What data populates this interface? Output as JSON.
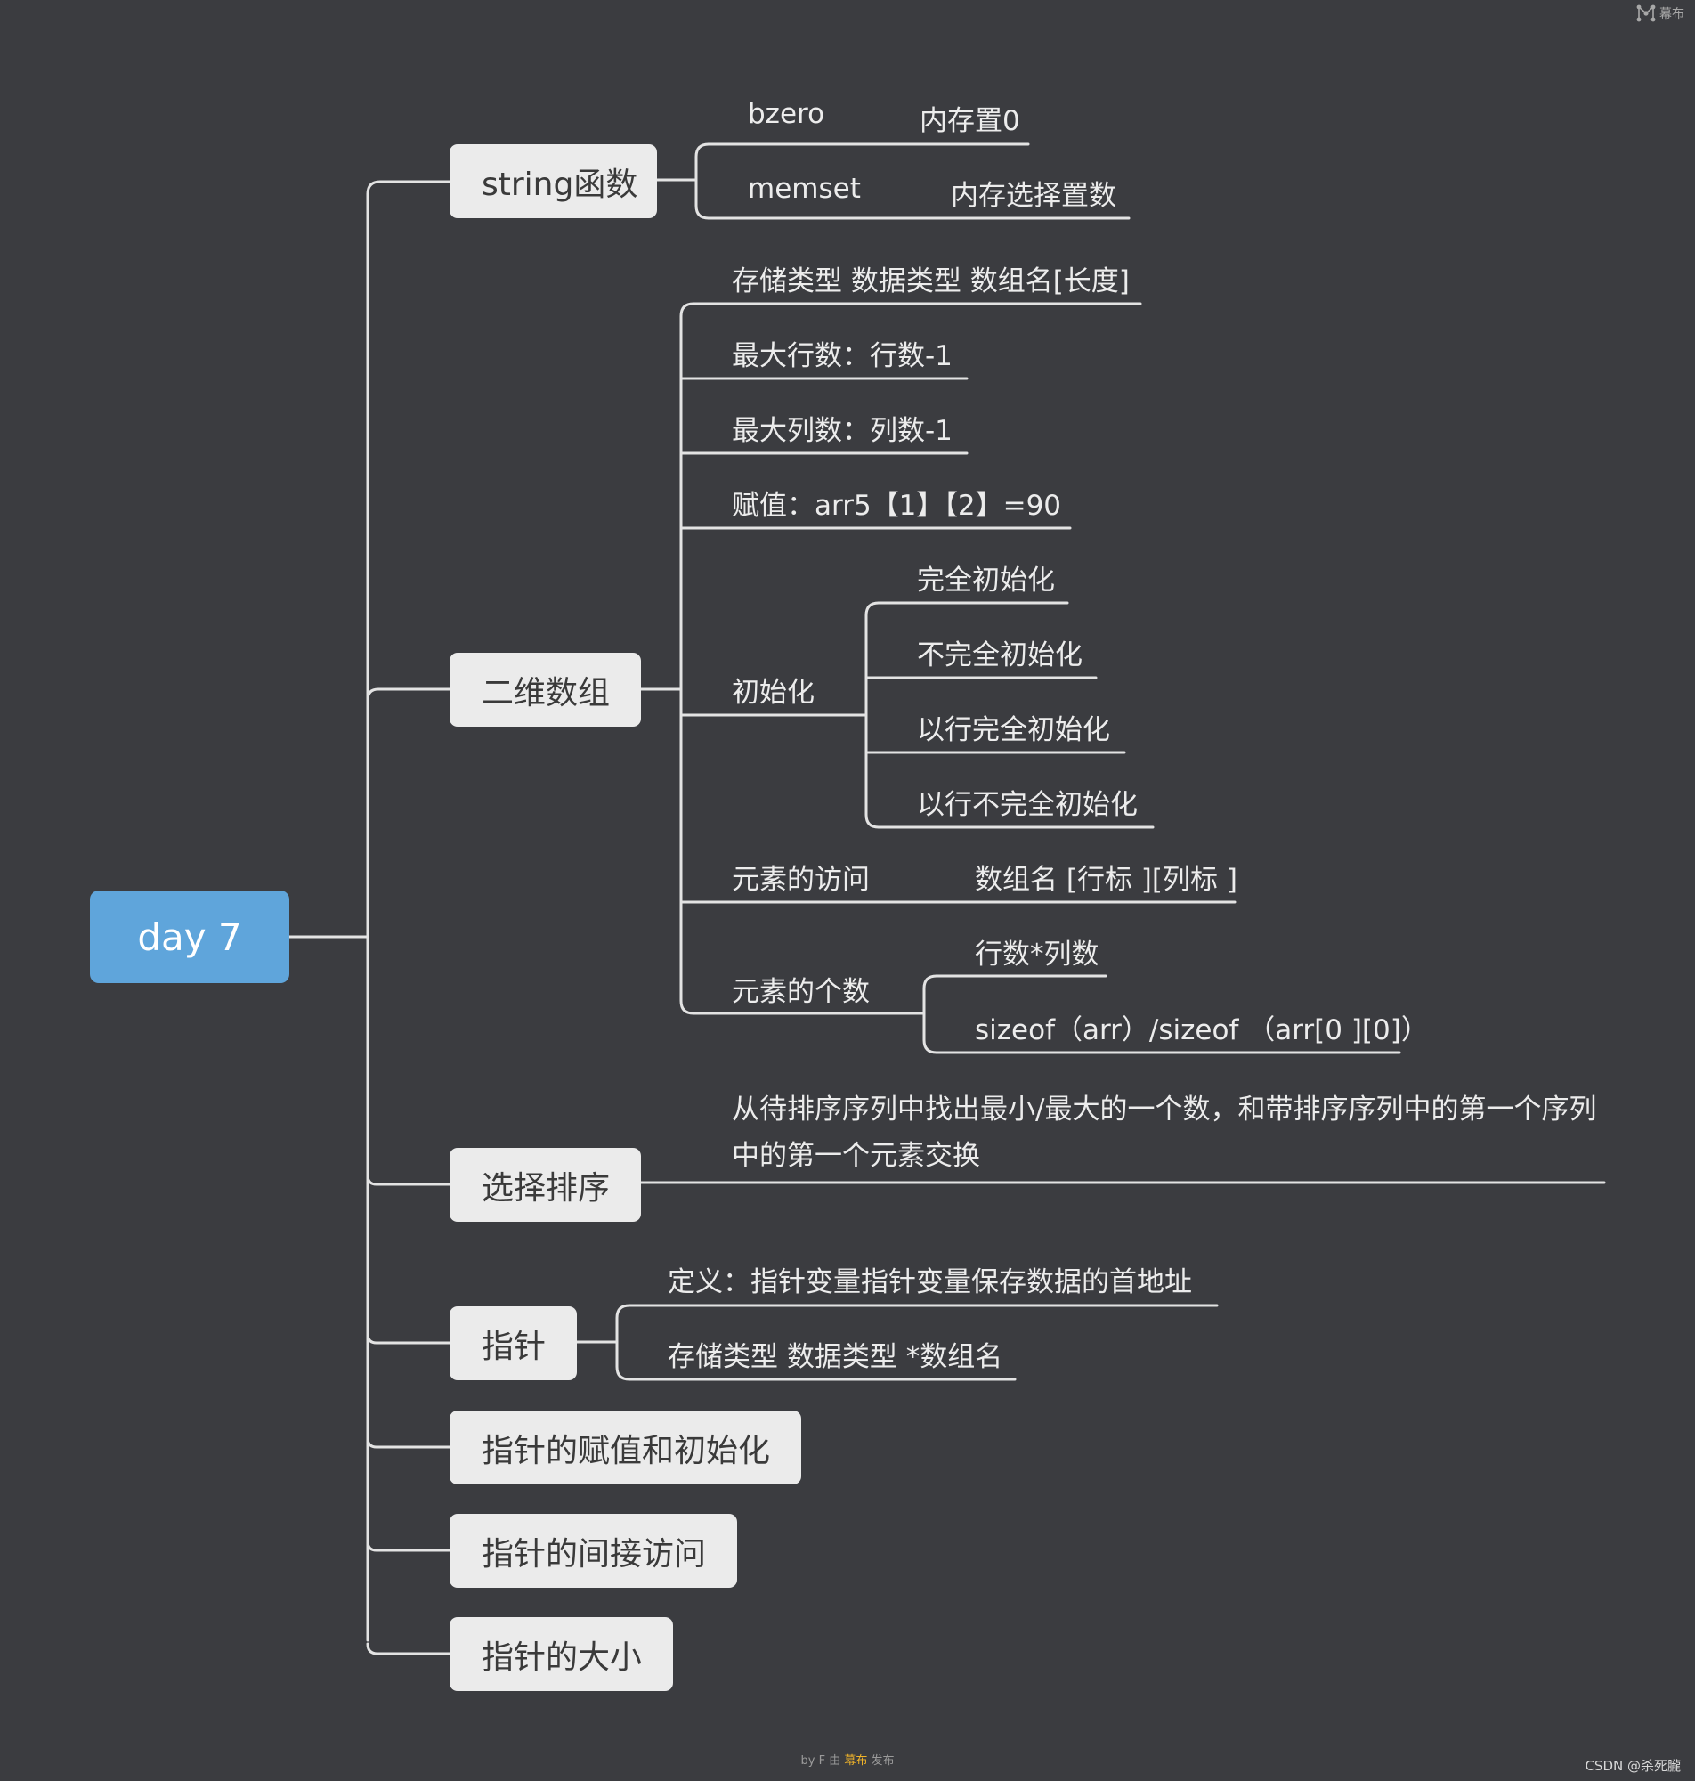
{
  "brand": {
    "icon": "mubu-logo-icon",
    "name": "幕布"
  },
  "root": {
    "label": "day 7"
  },
  "topics": {
    "string_funcs": {
      "label": "string函数",
      "items": [
        {
          "name": "bzero",
          "desc": "内存置0"
        },
        {
          "name": "memset",
          "desc": "内存选择置数"
        }
      ]
    },
    "array2d": {
      "label": "二维数组",
      "items": {
        "decl": "存储类型 数据类型 数组名[长度]",
        "max_row": "最大行数：行数-1",
        "max_col": "最大列数：列数-1",
        "assign": "赋值：arr5【1】【2】=90",
        "init": {
          "label": "初始化",
          "children": [
            "完全初始化",
            "不完全初始化",
            "以行完全初始化",
            "以行不完全初始化"
          ]
        },
        "access": {
          "label": "元素的访问",
          "desc": "数组名 [行标 ][列标 ]"
        },
        "count": {
          "label": "元素的个数",
          "children": [
            "行数*列数",
            "sizeof（arr）/sizeof （arr[0 ][0]）"
          ]
        }
      }
    },
    "selection_sort": {
      "label": "选择排序",
      "desc": "从待排序序列中找出最小/最大的一个数，和带排序序列中的第一个序列中的第一个元素交换"
    },
    "pointer": {
      "label": "指针",
      "items": [
        "定义：指针变量指针变量保存数据的首地址",
        "存储类型 数据类型 *数组名"
      ]
    },
    "pointer_assign": {
      "label": "指针的赋值和初始化"
    },
    "pointer_indirect": {
      "label": "指针的间接访问"
    },
    "pointer_size": {
      "label": "指针的大小"
    }
  },
  "footer": {
    "prefix": "by F 由 ",
    "brand": "幕布",
    "suffix": " 发布"
  },
  "watermark": "CSDN @杀死朧"
}
